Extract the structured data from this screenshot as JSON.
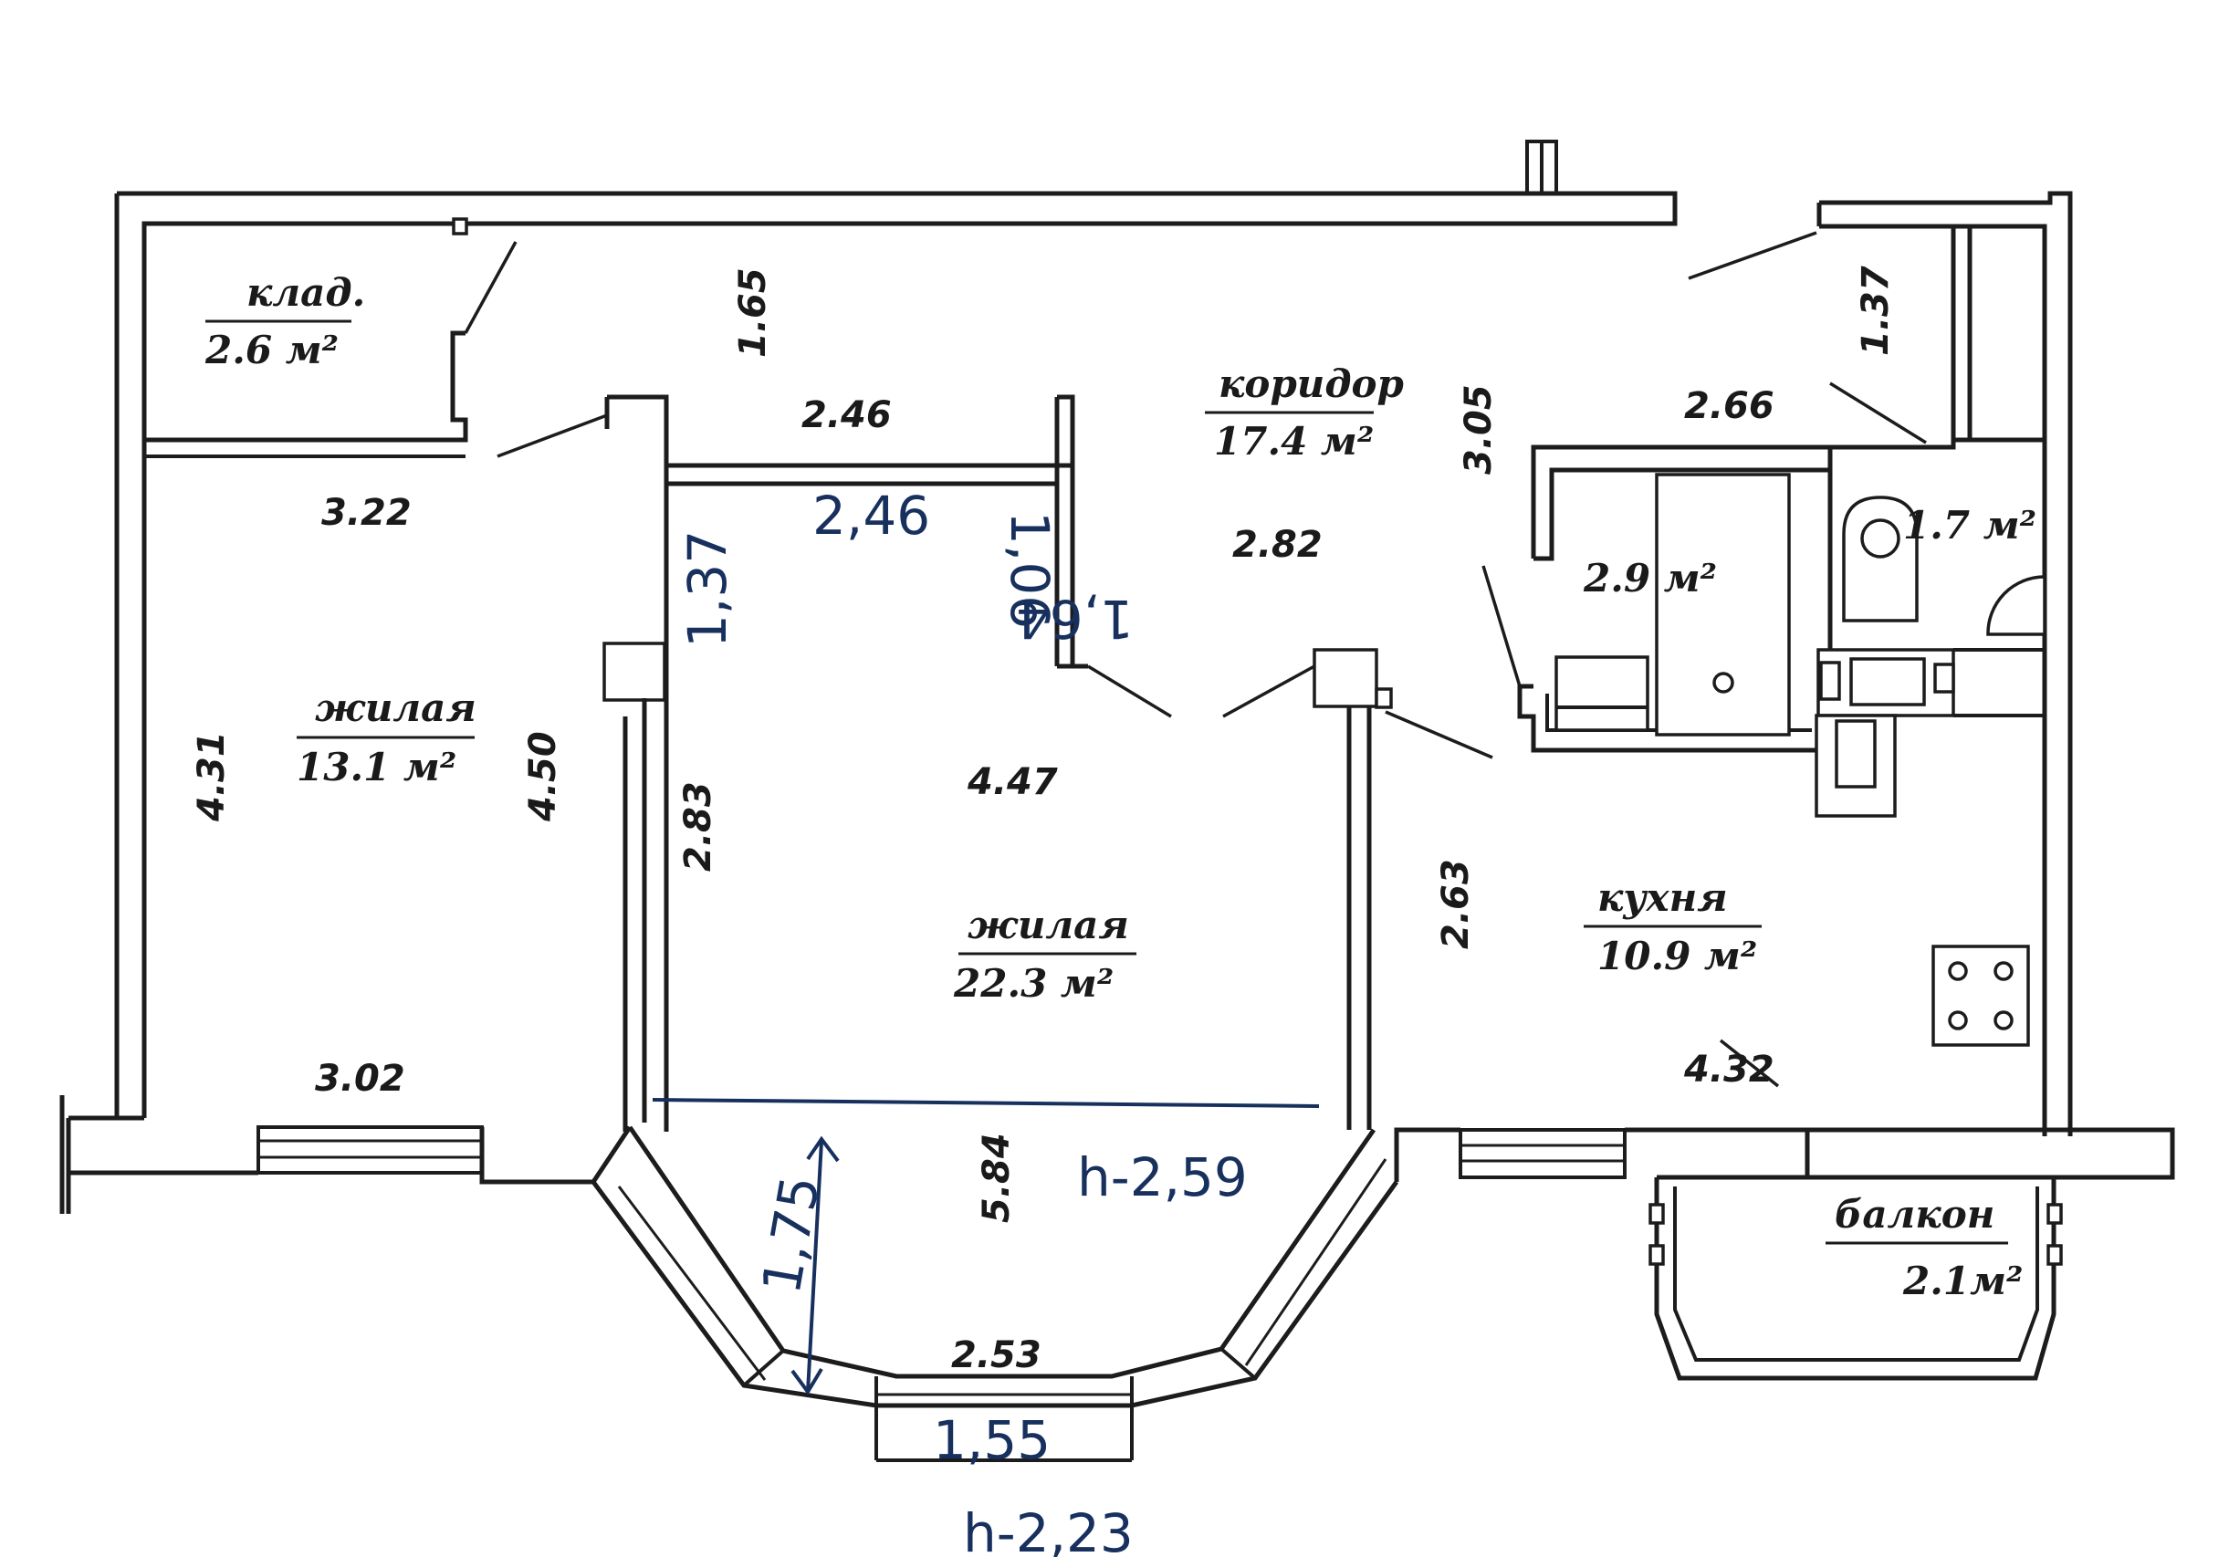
{
  "rooms": {
    "storage": {
      "name": "клад.",
      "area": "2.6 м²"
    },
    "corridor": {
      "name": "коридор",
      "area": "17.4 м²"
    },
    "bathroom": {
      "area": "2.9 м²"
    },
    "toilet": {
      "area": "1.7 м²"
    },
    "living_small": {
      "name": "жилая",
      "area": "13.1 м²"
    },
    "living_large": {
      "name": "жилая",
      "area": "22.3 м²"
    },
    "kitchen": {
      "name": "кухня",
      "area": "10.9 м²"
    },
    "balcony": {
      "name": "балкон",
      "area": "2.1м²"
    }
  },
  "dimensions": {
    "corridor_h": "1.65",
    "corridor_w": "2.46",
    "corridor_v": "3.05",
    "corridor_center": "2.82",
    "toilet_h": "1.37",
    "toilet_w": "2.66",
    "living_small_top": "3.22",
    "living_small_left": "4.31",
    "living_small_right": "4.50",
    "living_small_bottom": "3.02",
    "living_large_left": "2.83",
    "living_large_top": "4.47",
    "living_large_bay": "5.84",
    "living_large_bay_bottom": "2.53",
    "kitchen_left": "2.63",
    "kitchen_bottom": "4.32"
  },
  "handwritten": {
    "note_246": "2,46",
    "note_137": "1,37",
    "note_106": "1,06",
    "note_164": "1,64",
    "note_175": "1,75",
    "note_155": "1,55",
    "ceiling_upper": "h-2,59",
    "ceiling_lower": "h-2,23"
  }
}
